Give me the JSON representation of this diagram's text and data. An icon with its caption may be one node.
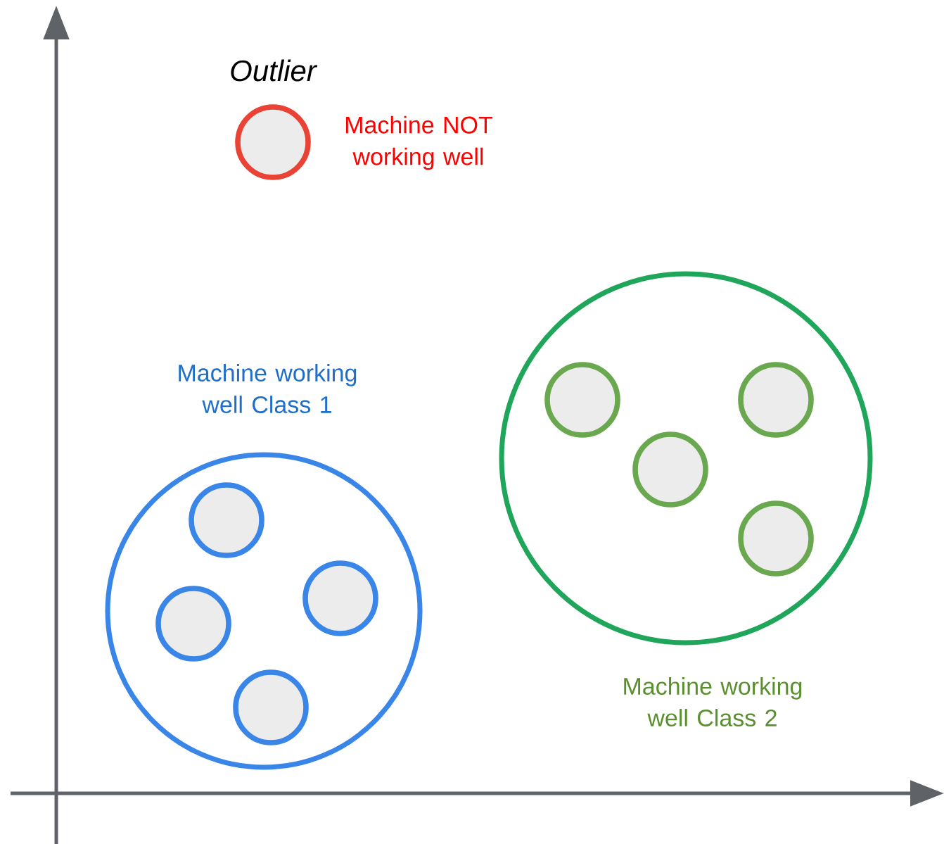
{
  "diagram": {
    "nodes": [
      {
        "text": [],
        "shape": "circle",
        "beside": [
          "Outlier",
          "Machine NOT working well"
        ]
      },
      {
        "text": [],
        "shape": "circle",
        "beside": [
          "Machine working well Class 1"
        ]
      },
      {
        "text": [],
        "shape": "circle",
        "in": 1
      },
      {
        "text": [],
        "shape": "circle",
        "in": 1
      },
      {
        "text": [],
        "shape": "circle",
        "in": 1
      },
      {
        "text": [],
        "shape": "circle",
        "in": 1
      },
      {
        "text": [],
        "shape": "circle",
        "beside": [
          "Machine working well Class 2"
        ]
      },
      {
        "text": [],
        "shape": "circle",
        "in": 6
      },
      {
        "text": [],
        "shape": "circle",
        "in": 6
      },
      {
        "text": [],
        "shape": "circle",
        "in": 6
      },
      {
        "text": [],
        "shape": "circle",
        "in": 6
      }
    ]
  }
}
